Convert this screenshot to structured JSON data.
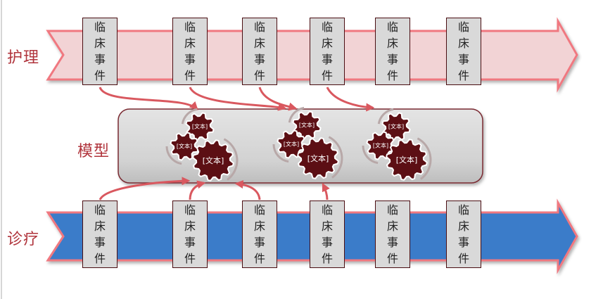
{
  "lanes": {
    "nursing": {
      "label": "护理",
      "color": "#f2d3d5",
      "border": "#f07880"
    },
    "model": {
      "label": "模型",
      "fill": "#d6d6d6",
      "border": "#7a2a30"
    },
    "diagnosis": {
      "label": "诊疗",
      "color": "#3a7cc9",
      "border": "#f07880"
    }
  },
  "event_label_chars": [
    "临",
    "床",
    "事",
    "件"
  ],
  "top_events": [
    {
      "label": "临床事件"
    },
    {
      "label": "临床事件"
    },
    {
      "label": "临床事件"
    },
    {
      "label": "临床事件"
    },
    {
      "label": "临床事件"
    },
    {
      "label": "临床事件"
    }
  ],
  "bottom_events": [
    {
      "label": "临床事件"
    },
    {
      "label": "临床事件"
    },
    {
      "label": "临床事件"
    },
    {
      "label": "临床事件"
    },
    {
      "label": "临床事件"
    },
    {
      "label": "临床事件"
    }
  ],
  "gear_clusters": [
    {
      "gears": [
        {
          "label": "[文本]"
        },
        {
          "label": "[文本]"
        },
        {
          "label": "[文本]"
        }
      ]
    },
    {
      "gears": [
        {
          "label": "[文本]"
        },
        {
          "label": "[文本]"
        },
        {
          "label": "[文本]"
        }
      ]
    },
    {
      "gears": [
        {
          "label": "[文本]"
        },
        {
          "label": "[文本]"
        },
        {
          "label": "[文本]"
        }
      ]
    }
  ],
  "colors": {
    "gear": "#5c0f14",
    "connector": "#d9585f",
    "label_text": "#b0343c"
  }
}
